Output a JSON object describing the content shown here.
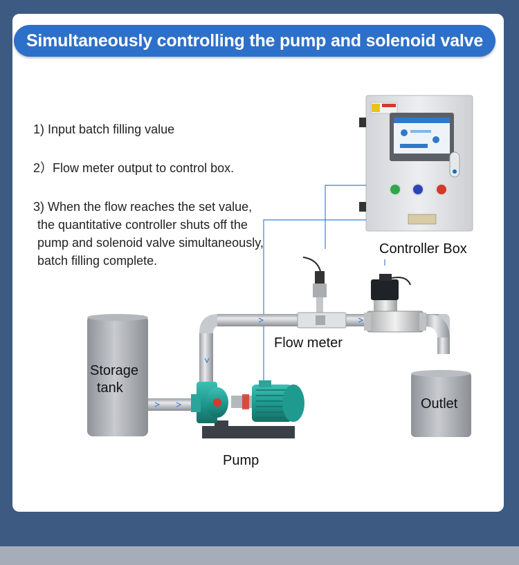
{
  "header": {
    "title": "Simultaneously controlling the pump and solenoid valve"
  },
  "steps": {
    "step1": "1)  Input batch filling value",
    "step2": "2）Flow meter output to control box.",
    "step3_line1": "3)  When the flow reaches the set value,",
    "step3_line2": "the quantitative controller shuts off the",
    "step3_line3": "pump and solenoid valve simultaneously,",
    "step3_line4": "batch filling complete."
  },
  "labels": {
    "controller_box": "Controller Box",
    "flow_meter": "Flow meter",
    "storage_tank": [
      "Storage",
      "tank"
    ],
    "outlet": "Outlet",
    "pump": "Pump"
  },
  "colors": {
    "page_background": "#3d5a82",
    "title_pill": "#2d70c9",
    "signal_line": "#3f7fd0",
    "pump_body": "#2aa59a",
    "button_green": "#2ea84a",
    "button_blue": "#2d44b8",
    "button_red": "#d23a2a"
  },
  "icons": [
    "storage-tank-icon",
    "outlet-tank-icon",
    "pump-icon",
    "flow-meter-icon",
    "solenoid-valve-icon",
    "controller-box-icon"
  ]
}
